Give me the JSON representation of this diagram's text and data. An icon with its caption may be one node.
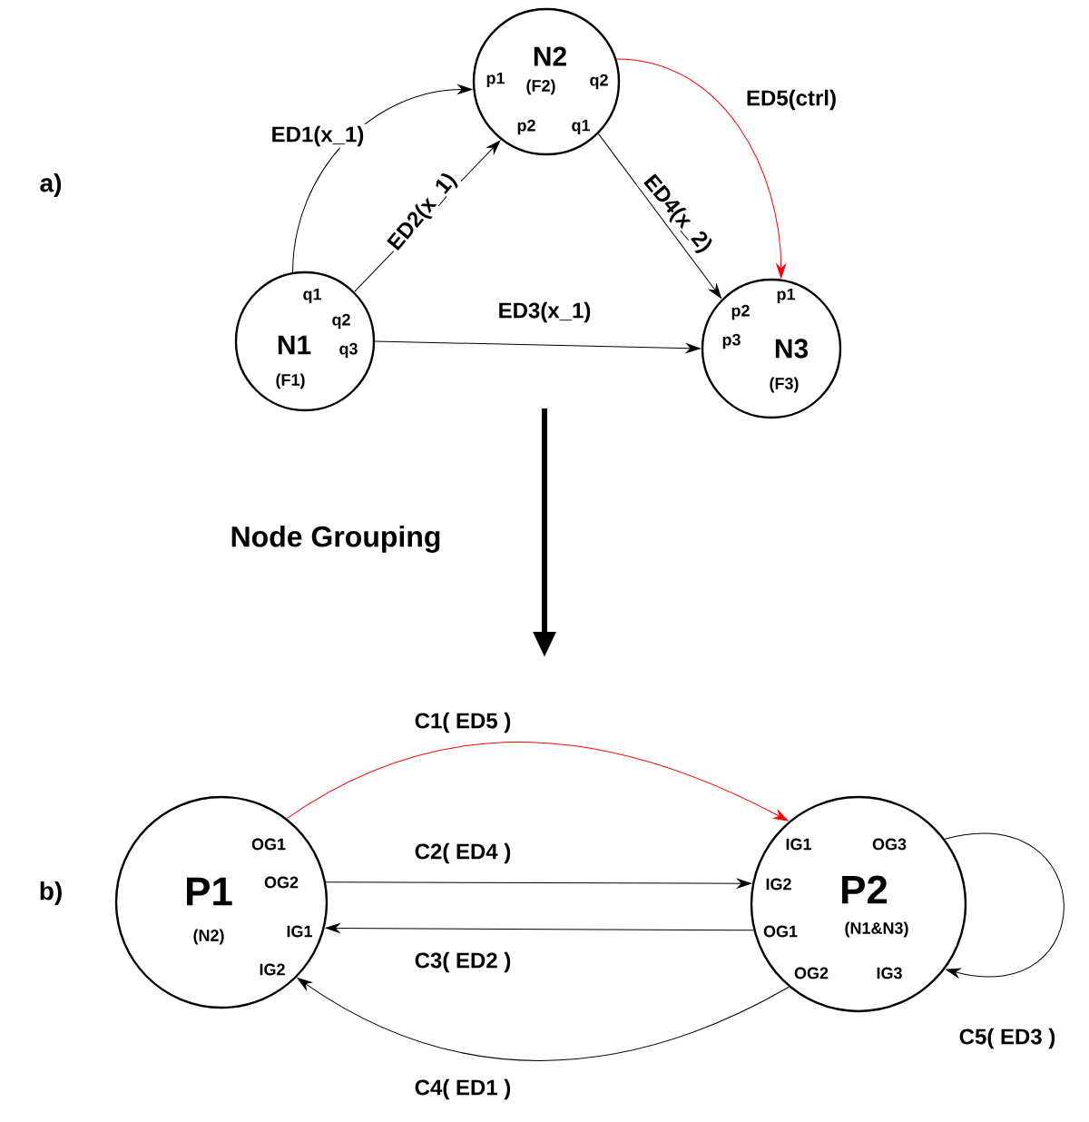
{
  "diagram": {
    "nodes": [
      {
        "text": [
          "q1",
          "q2",
          "N1",
          "q3",
          "(F1)"
        ]
      },
      {
        "text": [
          "N2",
          "p1",
          "(F2)",
          "q2",
          "p2",
          "q1"
        ]
      },
      {
        "text": [
          "p1",
          "p2",
          "p3",
          "N3",
          "(F3)"
        ]
      },
      {
        "text": [
          "OG1",
          "P1",
          "OG2",
          "(N2)",
          "IG1",
          "IG2"
        ]
      },
      {
        "text": [
          "IG1",
          "OG3",
          "IG2",
          "P2",
          "OG1",
          "(N1&N3)",
          "OG2",
          "IG3"
        ]
      }
    ],
    "edges": [
      {
        "from": 0,
        "to": 1,
        "arrow": "to",
        "label": "ED1(x_1)"
      },
      {
        "from": 0,
        "to": 1,
        "arrow": "to",
        "label": "ED2(x_1)"
      },
      {
        "from": 0,
        "to": 2,
        "arrow": "to",
        "label": "ED3(x_1)"
      },
      {
        "from": 1,
        "to": 2,
        "arrow": "to",
        "label": "ED4(x_2)"
      },
      {
        "from": 1,
        "to": 2,
        "arrow": "to",
        "label": "ED5(ctrl)",
        "color": "#ff0000"
      },
      {
        "from": 3,
        "to": 4,
        "arrow": "to",
        "label": "C1( ED5 )",
        "color": "#ff0000"
      },
      {
        "from": 3,
        "to": 4,
        "arrow": "to",
        "label": "C2( ED4 )"
      },
      {
        "from": 4,
        "to": 3,
        "arrow": "to",
        "label": "C3( ED2 )"
      },
      {
        "from": 4,
        "to": 3,
        "arrow": "to",
        "label": "C4( ED1 )"
      },
      {
        "from": 4,
        "to": 4,
        "arrow": "to",
        "label": "C5( ED3 )"
      }
    ],
    "labels": [
      "a)",
      "Node Grouping",
      "b)"
    ]
  }
}
